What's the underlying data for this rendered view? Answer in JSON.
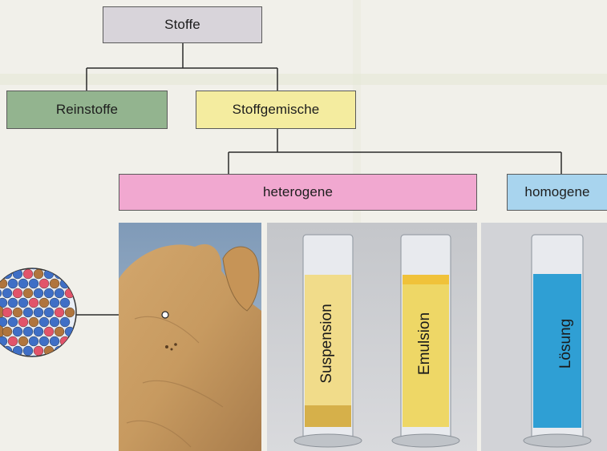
{
  "diagram": {
    "root": {
      "label": "Stoffe"
    },
    "level1": [
      {
        "label": "Reinstoffe"
      },
      {
        "label": "Stoffgemische"
      }
    ],
    "level2": [
      {
        "label": "heterogene"
      },
      {
        "label": "homogene"
      }
    ],
    "examples": [
      {
        "label": "Suspension"
      },
      {
        "label": "Emulsion"
      },
      {
        "label": "Lösung"
      }
    ]
  },
  "colors": {
    "root": "#d8d4da",
    "reinstoffe": "#93b48f",
    "stoffgemische": "#f4ec9f",
    "heterogene": "#f1a8d0",
    "homogene": "#a8d4ee",
    "suspension_liquid": "#f1dc8a",
    "emulsion_liquid": "#f0d25a",
    "loesung_liquid": "#2f9fd4"
  }
}
